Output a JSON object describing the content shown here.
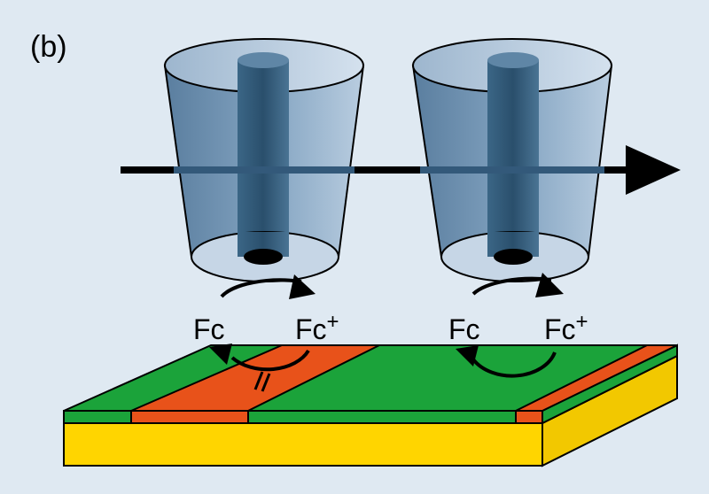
{
  "figure": {
    "panel_label": "(b)",
    "colors": {
      "background": "#dfe9f2",
      "cone_body": "#7f9fbd",
      "cone_top": "#c6d6e6",
      "channel": "#2f5876",
      "substrate_yellow": "#ffd500",
      "electrode_green": "#1ba33a",
      "insulator_orange": "#e8521a",
      "arrow": "#000000"
    },
    "icons": {
      "left_redox_cycle": "blocked-cycle-icon",
      "right_redox_cycle": "redox-cycle-icon",
      "beam": "arrow-right-icon"
    }
  },
  "labels": {
    "left": {
      "reduced": "Fc",
      "oxidized": "Fc",
      "charge": "+"
    },
    "right": {
      "reduced": "Fc",
      "oxidized": "Fc",
      "charge": "+"
    }
  }
}
